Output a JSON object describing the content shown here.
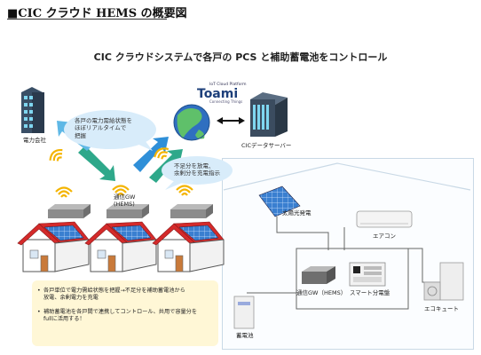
{
  "heading": "■CIC クラウド HEMS の概要図",
  "subtitle": "CIC クラウドシステムで各戸の PCS と補助蓄電池をコントロール",
  "logo": {
    "top_text": "IoT Cloud Platform",
    "brand": "Toami",
    "sub_text": "Connecting Things"
  },
  "labels": {
    "power_company": "電力会社",
    "cic_server": "CICデータサーバー",
    "gateway": "通信GW\n(HEMS)",
    "solar": "太陽光発電",
    "aircon": "エアコン",
    "hems_gw": "通信GW（HEMS）",
    "smart_panel": "スマート分電盤",
    "ecocute": "エコキュート",
    "battery": "蓄電池"
  },
  "bubbles": {
    "monitor": "各戸の電力需給状態を\nほぼリアルタイムで\n把握",
    "instruct": "不足分を放電、\n余剰分を充電指示"
  },
  "notes": [
    "各戸単位で電力需給状態を把握→不足分を補助蓄電池から\n放電、余剰電力を充電",
    "補助蓄電池を各戸間で連携してコントロール、共用で容量分を\nfullに活用する！"
  ],
  "colors": {
    "arrow_blue": "#2f8fd8",
    "arrow_green": "#2ea88a",
    "roof_red": "#d42a2a",
    "bubble_blue": "#d8ecfa",
    "wifi_yellow": "#f4b400",
    "notes_bg": "#fff7d6",
    "house_frame": "#c9d9e6"
  }
}
